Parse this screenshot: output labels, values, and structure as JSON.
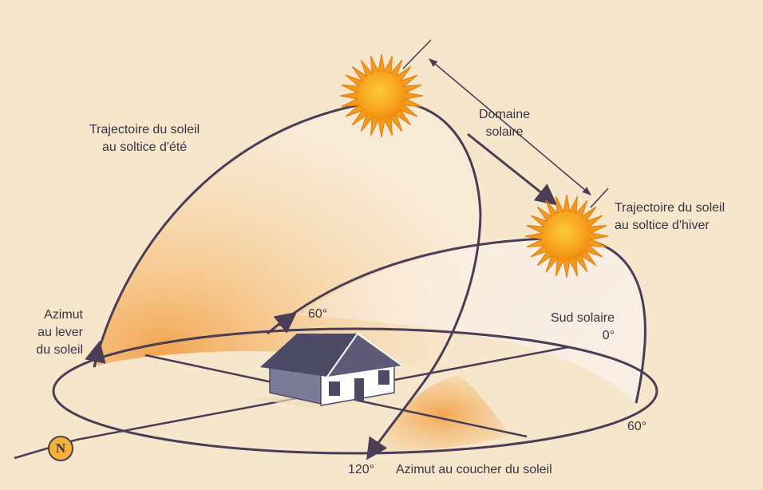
{
  "labels": {
    "summer_path": [
      "Trajectoire du soleil",
      "au soltice d'été"
    ],
    "winter_path": [
      "Trajectoire du soleil",
      "au soltice d'hiver"
    ],
    "solar_domain": [
      "Domaine",
      "solaire"
    ],
    "sunrise_azimuth": [
      "Azimut",
      "au lever",
      "du soleil"
    ],
    "solar_south": [
      "Sud solaire",
      "0°"
    ],
    "angle_60_top": "60°",
    "angle_60_right": "60°",
    "angle_120": "120°",
    "sunset_azimuth": "Azimut au coucher du soleil",
    "compass_north": "N"
  },
  "colors": {
    "background": "#f6e7cc",
    "line": "#4a3d56",
    "sun_orange": "#f39a1c",
    "sun_core": "#fdb526",
    "shade_orange": "#f2a24a",
    "house_roof": "#4d4a66",
    "house_wall": "#ffffff"
  },
  "icons": [
    "sun-icon",
    "house-icon",
    "compass-north-icon"
  ]
}
